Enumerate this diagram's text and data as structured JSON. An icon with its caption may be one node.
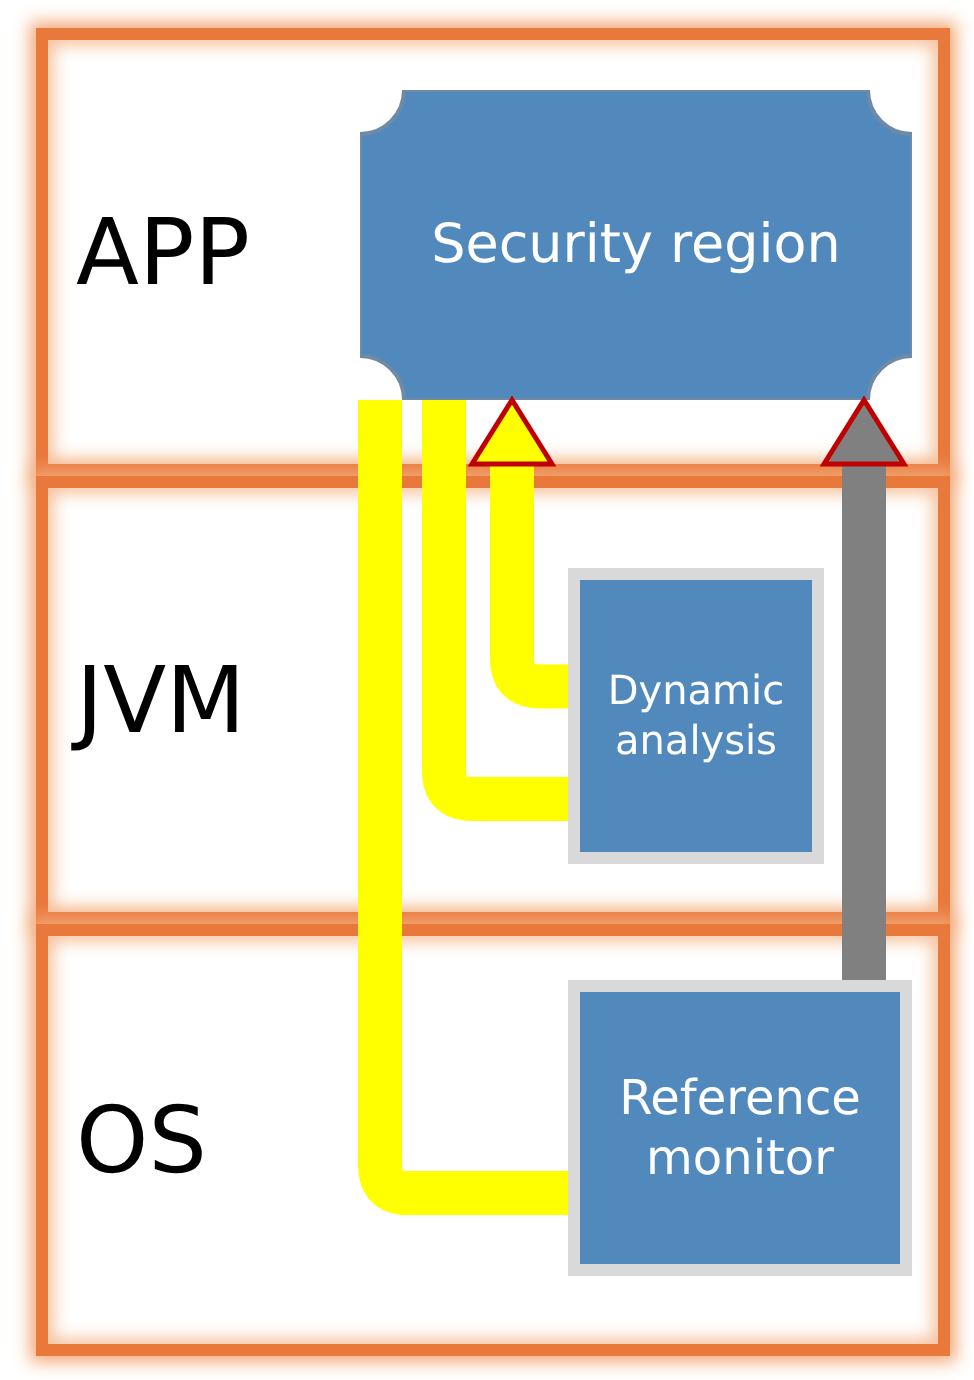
{
  "diagram": {
    "nodes": [
      {
        "text": [
          "APP"
        ]
      },
      {
        "text": [
          "Security region"
        ],
        "in": 0
      },
      {
        "text": [
          "JVM"
        ]
      },
      {
        "text": [
          "Dynamic analysis"
        ],
        "in": 2
      },
      {
        "text": [
          "OS"
        ]
      },
      {
        "text": [
          "Reference monitor"
        ],
        "in": 4
      }
    ],
    "edges": [
      {
        "from": 1,
        "to": 3,
        "arrow": "none"
      },
      {
        "from": 3,
        "to": 1,
        "arrow": "to"
      },
      {
        "from": 1,
        "to": 5,
        "arrow": "none"
      },
      {
        "from": 5,
        "to": 1,
        "arrow": "to",
        "color": "#808080"
      }
    ]
  }
}
